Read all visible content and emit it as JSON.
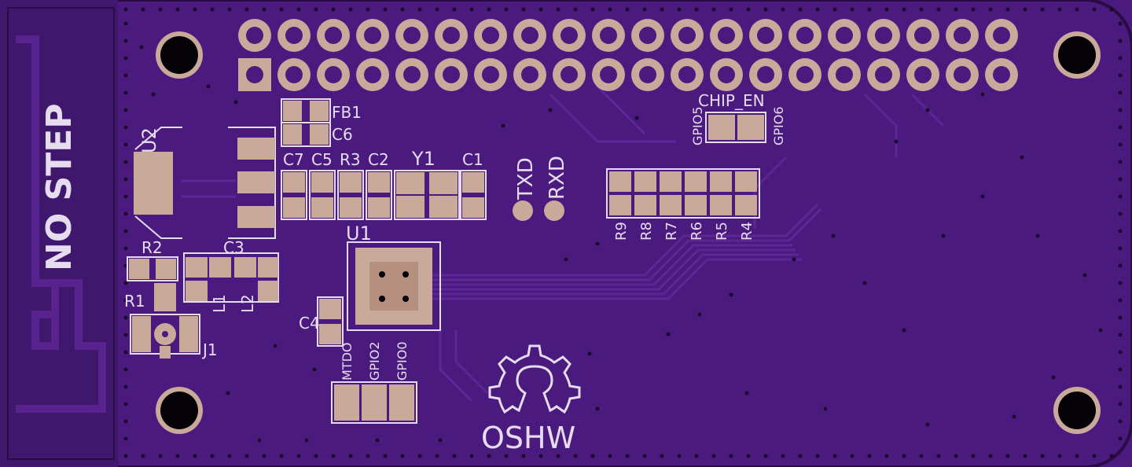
{
  "board": {
    "colors": {
      "substrate": "#4a1a7e",
      "copper": "#5e2596",
      "silkscreen": "#e6dcef",
      "pad": "#c9a99a",
      "hole": "#050208",
      "edge": "#2a0b45"
    }
  },
  "silkscreen": {
    "no_step": "NO STEP",
    "u2": "U2",
    "fb1": "FB1",
    "c6": "C6",
    "c7": "C7",
    "c5": "C5",
    "r3": "R3",
    "c2": "C2",
    "y1": "Y1",
    "c1": "C1",
    "txd": "TXD",
    "rxd": "RXD",
    "u1": "U1",
    "r2": "R2",
    "c3": "C3",
    "r1": "R1",
    "l1": "L1",
    "l2": "L2",
    "c4": "C4",
    "j1": "J1",
    "mtdo": "MTDO",
    "gpio2": "GPIO2",
    "gpio0": "GPIO0",
    "oshw": "OSHW",
    "chip_en": "CHIP_EN",
    "gpio5": "GPIO5",
    "gpio6": "GPIO6",
    "r9": "R9",
    "r8": "R8",
    "r7": "R7",
    "r6": "R6",
    "r5": "R5",
    "r4": "R4"
  },
  "icons": {
    "logo": "oshw-gear-icon",
    "antenna": "pcb-antenna-icon"
  }
}
